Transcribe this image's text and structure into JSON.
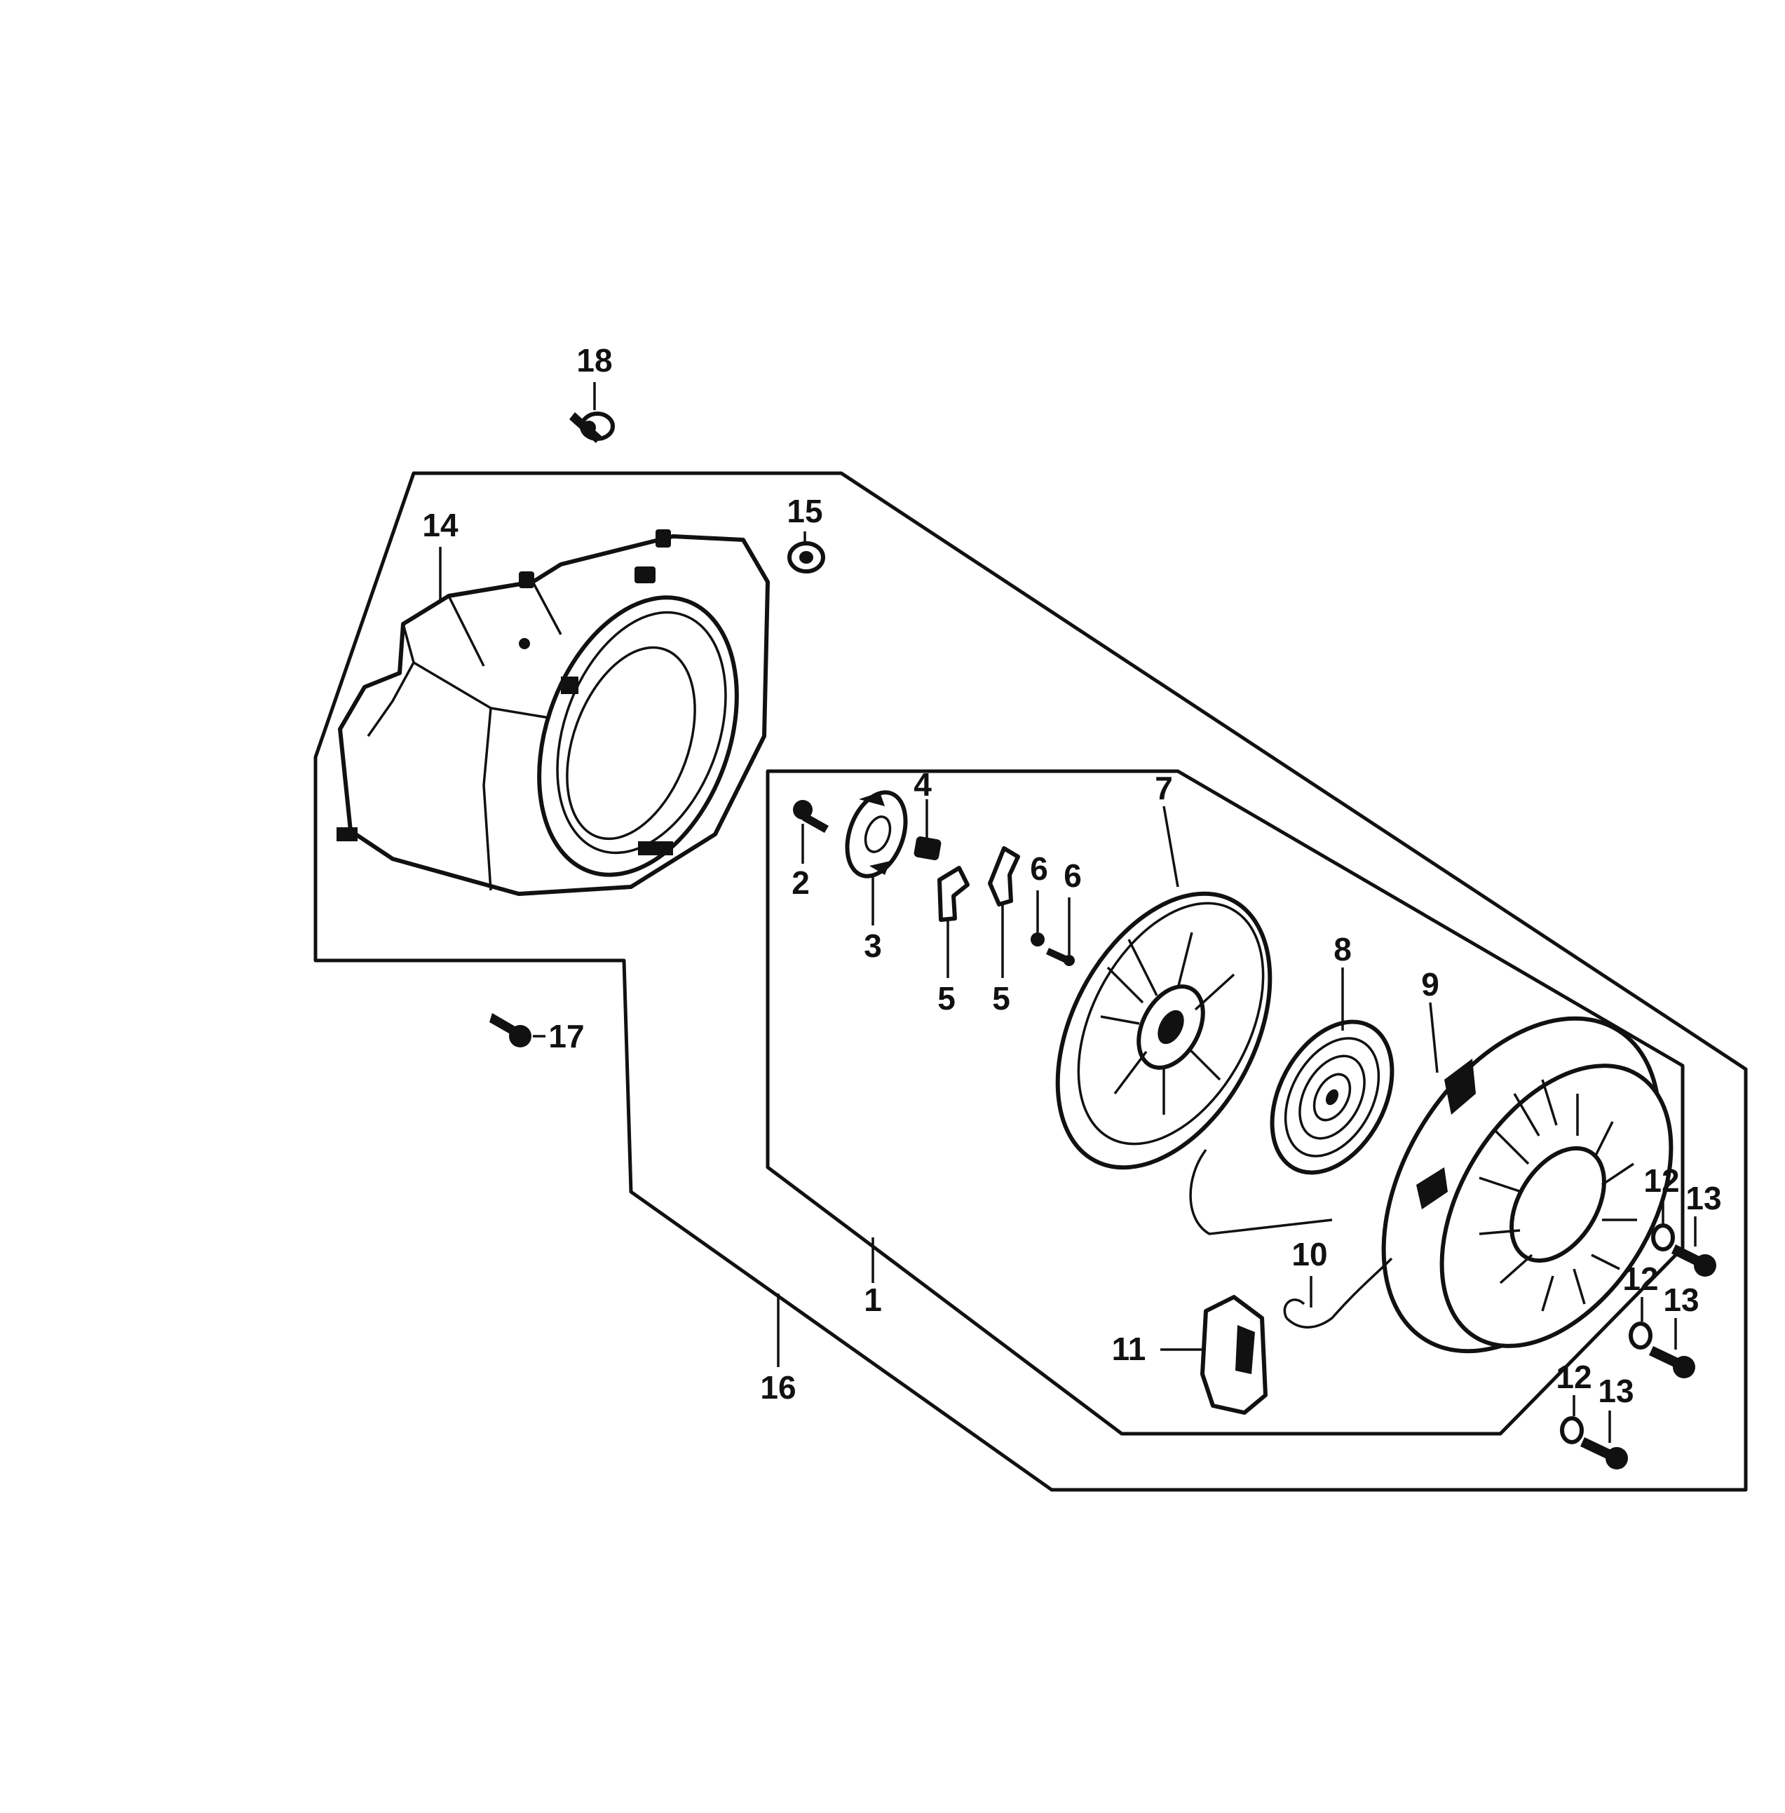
{
  "diagram": {
    "callouts": {
      "p1": "1",
      "p2": "2",
      "p3": "3",
      "p4": "4",
      "p5a": "5",
      "p5b": "5",
      "p6a": "6",
      "p6b": "6",
      "p7": "7",
      "p8": "8",
      "p9": "9",
      "p10": "10",
      "p11": "11",
      "p12a": "12",
      "p12b": "12",
      "p12c": "12",
      "p13a": "13",
      "p13b": "13",
      "p13c": "13",
      "p14": "14",
      "p15": "15",
      "p16": "16",
      "p17": "17",
      "p18": "18"
    }
  }
}
